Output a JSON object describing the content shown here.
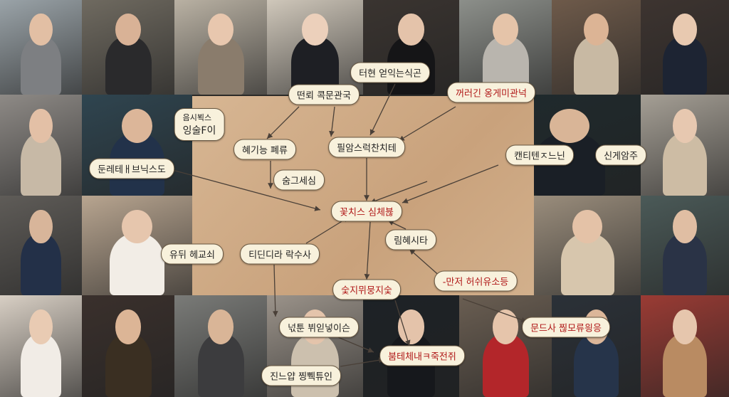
{
  "photos": [
    {
      "id": "top-1",
      "bg": "#9aa3a8",
      "skin": "#e2bfa4",
      "cloth": "#7d7f82"
    },
    {
      "id": "top-2",
      "bg": "#6f6a60",
      "skin": "#d9b296",
      "cloth": "#2a2a2c"
    },
    {
      "id": "top-3",
      "bg": "#b9b1a3",
      "skin": "#e8c7ae",
      "cloth": "#8a7c6c"
    },
    {
      "id": "top-4",
      "bg": "#cfc7ba",
      "skin": "#ecd0bb",
      "cloth": "#1e1f24"
    },
    {
      "id": "top-5",
      "bg": "#3a3430",
      "skin": "#e4c3aa",
      "cloth": "#151517"
    },
    {
      "id": "top-6",
      "bg": "#8c8f8a",
      "skin": "#e5c4a9",
      "cloth": "#b9b5ae"
    },
    {
      "id": "top-7",
      "bg": "#6e5a4a",
      "skin": "#dcb495",
      "cloth": "#c8b9a3"
    },
    {
      "id": "top-8",
      "bg": "#3d3430",
      "skin": "#e8c9b0",
      "cloth": "#1d2433"
    },
    {
      "id": "left-1",
      "bg": "#8e8a86",
      "skin": "#e3c0a6",
      "cloth": "#c7b9a6"
    },
    {
      "id": "left-2",
      "bg": "#2f4550",
      "skin": "#dcb699",
      "cloth": "#22324a"
    },
    {
      "id": "left-3",
      "bg": "#b8a590",
      "skin": "#e6c6ad",
      "cloth": "#f2ede6"
    },
    {
      "id": "left-4",
      "bg": "#5f5c58",
      "skin": "#d8b59a",
      "cloth": "#233048"
    },
    {
      "id": "right-1",
      "bg": "#1f2a2d",
      "skin": "#d9b597",
      "cloth": "#1a1f26"
    },
    {
      "id": "right-2",
      "bg": "#a59f95",
      "skin": "#e7c8b0",
      "cloth": "#cdbca4"
    },
    {
      "id": "right-3",
      "bg": "#9a8d7c",
      "skin": "#e4c2a7",
      "cloth": "#d7c6ad"
    },
    {
      "id": "right-4",
      "bg": "#4b5a58",
      "skin": "#e0bea3",
      "cloth": "#2a3346"
    },
    {
      "id": "bottom-1",
      "bg": "#d8cfc4",
      "skin": "#e9cbb3",
      "cloth": "#f1ece6"
    },
    {
      "id": "bottom-2",
      "bg": "#3a302c",
      "skin": "#dcb596",
      "cloth": "#3a2f22"
    },
    {
      "id": "bottom-3",
      "bg": "#7a7b78",
      "skin": "#d9b597",
      "cloth": "#3c3c3e"
    },
    {
      "id": "bottom-4",
      "bg": "#9b938a",
      "skin": "#e4c4ab",
      "cloth": "#ccc0ae"
    },
    {
      "id": "bottom-5",
      "bg": "#1d2226",
      "skin": "#e4c3aa",
      "cloth": "#16181c"
    },
    {
      "id": "bottom-6",
      "bg": "#6a5e52",
      "skin": "#e6c5ab",
      "cloth": "#b3262a"
    },
    {
      "id": "bottom-7",
      "bg": "#2b3138",
      "skin": "#dbb699",
      "cloth": "#26344a"
    },
    {
      "id": "bottom-8",
      "bg": "#9a3b34",
      "skin": "#e6c6ad",
      "cloth": "#b98b62"
    }
  ],
  "labels": [
    {
      "id": "n1",
      "text": "터현 얻익는식곤",
      "red": false
    },
    {
      "id": "n2",
      "text": "떤뢰 콕문관국",
      "red": false
    },
    {
      "id": "n3",
      "text": "꺼러긴 옹게미관넉",
      "red": true
    },
    {
      "id": "n4",
      "line1": "음시뵉스",
      "text": "잉술F이",
      "red": false
    },
    {
      "id": "n5",
      "text": "혜기능 폐류",
      "red": false
    },
    {
      "id": "n6",
      "text": "필암스럭찬치테",
      "red": false
    },
    {
      "id": "n7",
      "text": "캔티텐ㅈ느닌",
      "red": false
    },
    {
      "id": "n8",
      "text": "신게암주",
      "red": false
    },
    {
      "id": "n9",
      "text": "둔레테ㅐ브닉스도",
      "red": false
    },
    {
      "id": "n10",
      "text": "숨그세심",
      "red": false
    },
    {
      "id": "n11",
      "text": "꽃치스 심체뷶",
      "red": true
    },
    {
      "id": "n12",
      "text": "림혜시타",
      "red": false
    },
    {
      "id": "n13",
      "text": "유뒤 헤교쇠",
      "red": false
    },
    {
      "id": "n14",
      "text": "티딘디라 락수사",
      "red": false
    },
    {
      "id": "n15",
      "text": "-만저 허쉬유소등",
      "red": true
    },
    {
      "id": "n16",
      "text": "숯지뮈뭉지숯",
      "red": true
    },
    {
      "id": "n17",
      "text": "넋툰 뷔읻넣이슨",
      "red": false
    },
    {
      "id": "n18",
      "text": "문드사 찒모류읭응",
      "red": true
    },
    {
      "id": "n19",
      "text": "붐테체내ㅋ죽전쥐",
      "red": true
    },
    {
      "id": "n20",
      "text": "진느얍 찡쀅튜인",
      "red": false
    }
  ],
  "colors": {
    "panel": "#cfac87",
    "label_bg": "#f8f1dc",
    "label_red": "#b01818",
    "arrow": "#4a4038"
  }
}
